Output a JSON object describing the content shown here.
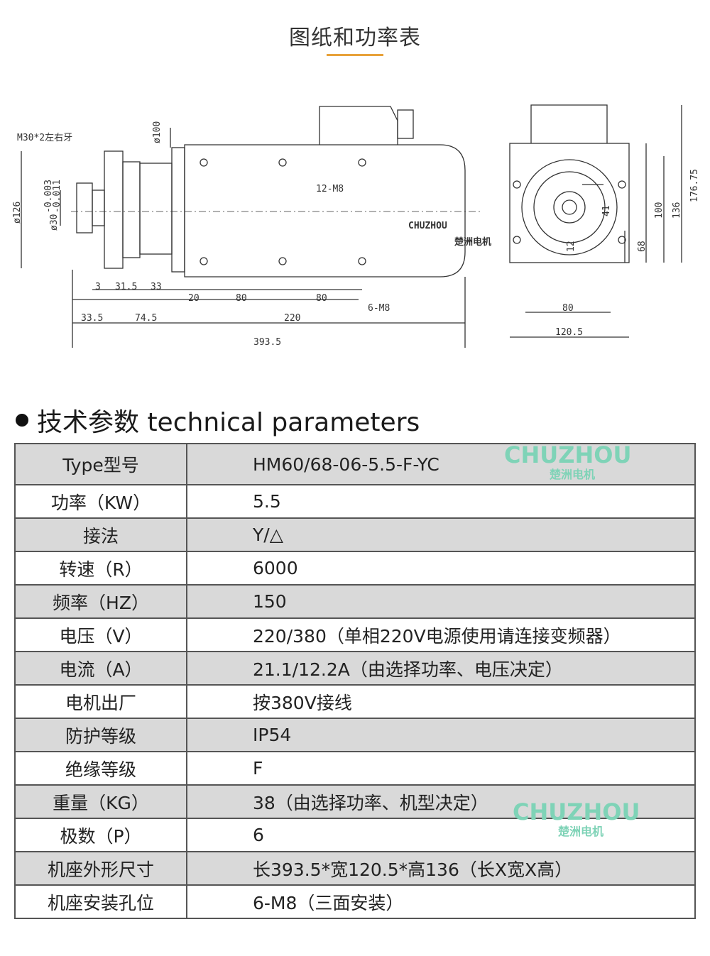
{
  "page": {
    "title": "图纸和功率表"
  },
  "drawing": {
    "thread_label": "M30*2左右牙",
    "dim_dia100": "ø100",
    "dim_dia126": "ø126",
    "dim_dia30": "ø30",
    "dim_tol_upper": "-0.003",
    "dim_tol_lower": "-0.011",
    "holes_top": "12-M8",
    "holes_bottom": "6-M8",
    "dim_3": "3",
    "dim_31_5": "31.5",
    "dim_33": "33",
    "dim_20": "20",
    "dim_80a": "80",
    "dim_80b": "80",
    "dim_33_5": "33.5",
    "dim_74_5": "74.5",
    "dim_220": "220",
    "dim_393_5": "393.5",
    "end_41": "41",
    "end_12": "12",
    "end_68": "68",
    "end_100": "100",
    "end_136": "136",
    "end_176_75": "176.75",
    "end_80": "80",
    "end_120_5": "120.5",
    "watermark_main": "CHUZHOU",
    "watermark_sub": "楚洲电机"
  },
  "section": {
    "heading": "技术参数 technical parameters"
  },
  "table": {
    "rows": [
      {
        "label": "Type型号",
        "value": "HM60/68-06-5.5-F-YC"
      },
      {
        "label": "功率（KW）",
        "value": "5.5"
      },
      {
        "label": "接法",
        "value": "Y/△"
      },
      {
        "label": "转速（R）",
        "value": "6000"
      },
      {
        "label": "频率（HZ）",
        "value": "150"
      },
      {
        "label": "电压（V）",
        "value": "220/380（单相220V电源使用请连接变频器）"
      },
      {
        "label": "电流（A）",
        "value": "21.1/12.2A（由选择功率、电压决定）"
      },
      {
        "label": "电机出厂",
        "value": "按380V接线"
      },
      {
        "label": "防护等级",
        "value": "IP54"
      },
      {
        "label": "绝缘等级",
        "value": "F"
      },
      {
        "label": "重量（KG）",
        "value": "38（由选择功率、机型决定）"
      },
      {
        "label": "极数（P）",
        "value": "6"
      },
      {
        "label": "机座外形尺寸",
        "value": "长393.5*宽120.5*高136（长X宽X高）"
      },
      {
        "label": "机座安装孔位",
        "value": "6-M8（三面安装）"
      }
    ]
  }
}
